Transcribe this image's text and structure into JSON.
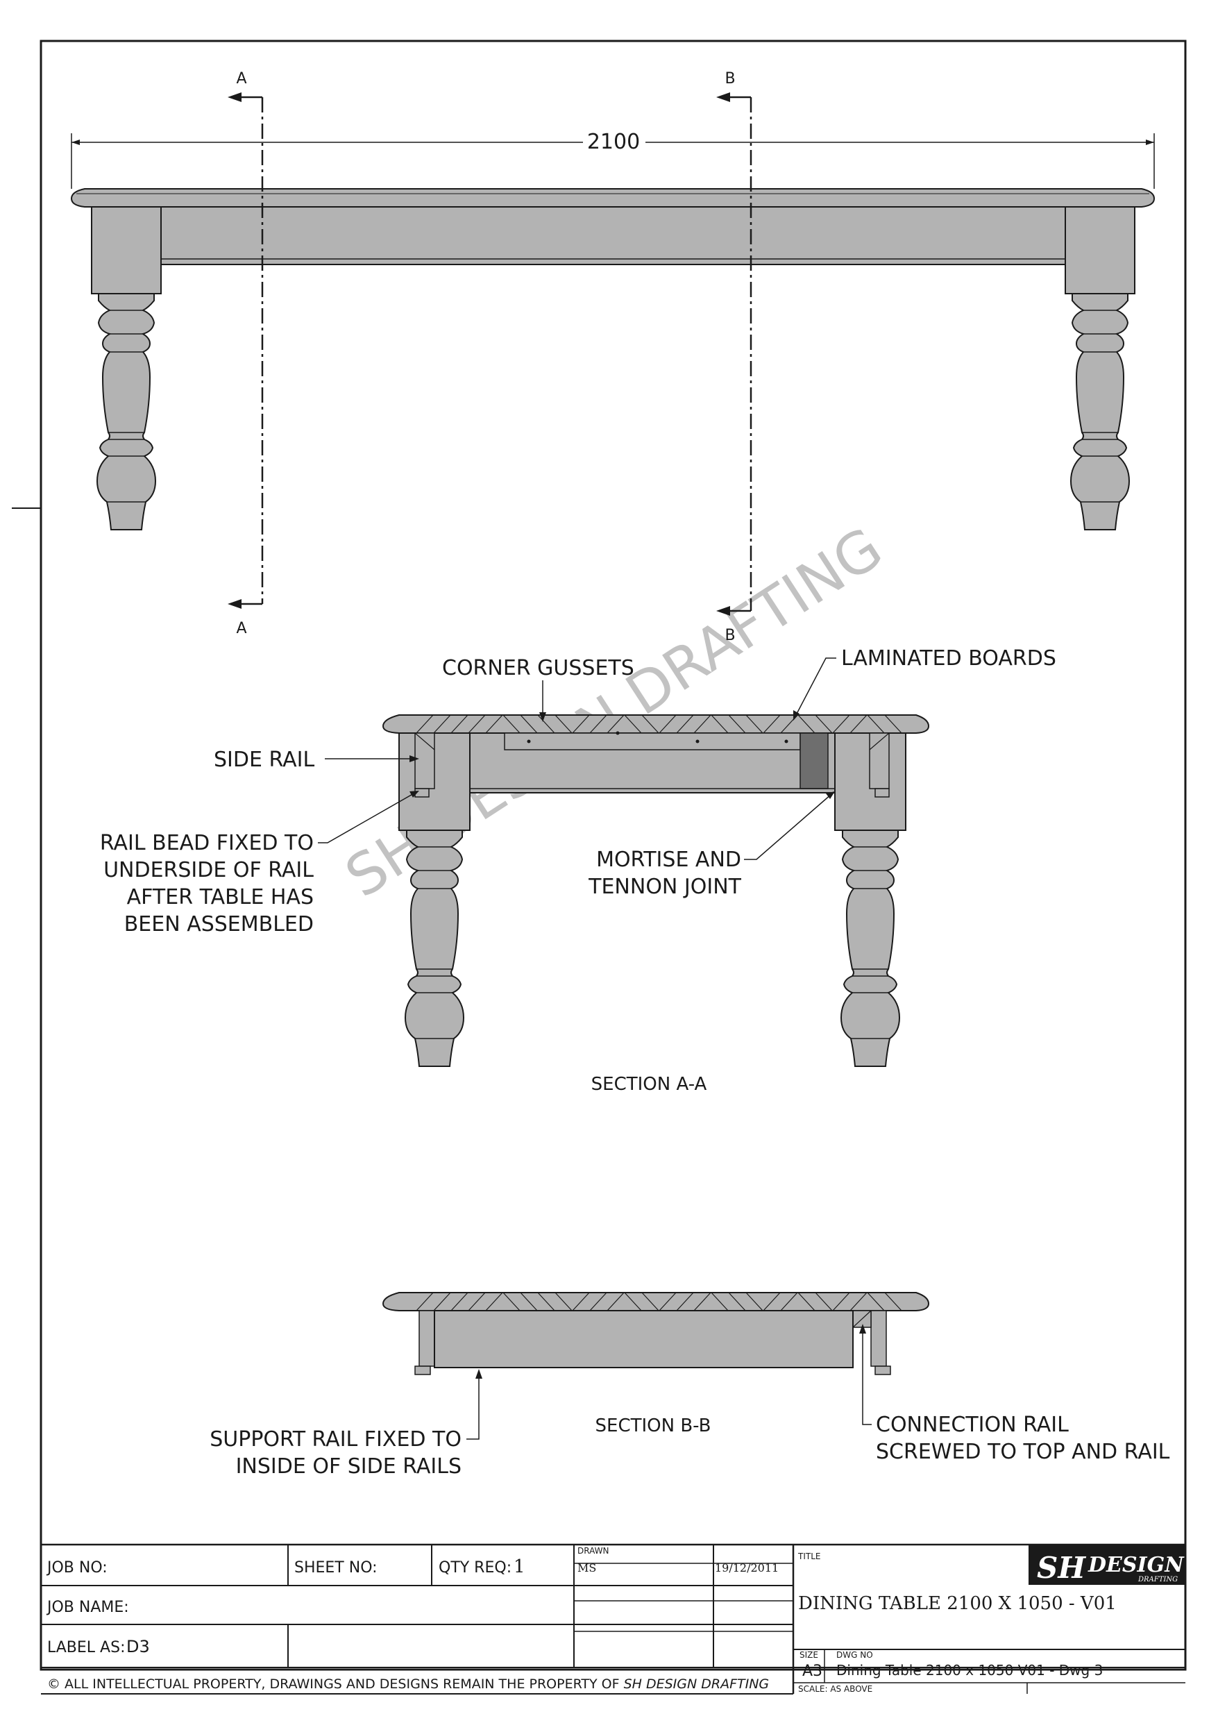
{
  "drawing": {
    "overall_dimension": "2100",
    "section_markers": {
      "a_top": "A",
      "a_bottom": "A",
      "b_top": "B",
      "b_bottom": "B"
    },
    "section_a_title": "SECTION A-A",
    "section_b_title": "SECTION B-B",
    "watermark": "SH DESIGN DRAFTING",
    "callouts": {
      "corner_gussets": "CORNER GUSSETS",
      "laminated_boards": "LAMINATED BOARDS",
      "side_rail": "SIDE RAIL",
      "rail_bead": [
        "RAIL BEAD FIXED TO",
        "UNDERSIDE OF RAIL",
        "AFTER TABLE HAS",
        "BEEN ASSEMBLED"
      ],
      "mortise": [
        "MORTISE AND",
        "TENNON JOINT"
      ],
      "support_rail": [
        "SUPPORT RAIL FIXED TO",
        "INSIDE OF SIDE RAILS"
      ],
      "connection_rail": [
        "CONNECTION RAIL",
        "SCREWED TO TOP AND RAIL"
      ]
    }
  },
  "title_block": {
    "job_no_label": "JOB NO:",
    "sheet_no_label": "SHEET NO:",
    "qty_label": "QTY REQ:",
    "qty_value": "1",
    "drawn_label": "DRAWN",
    "drawn_value": "MS",
    "date": "19/12/2011",
    "title_label": "TITLE",
    "title_value": "DINING TABLE 2100 X 1050 - V01",
    "job_name_label": "JOB NAME:",
    "label_as_label": "LABEL AS:",
    "label_as_value": "D3",
    "size_label": "SIZE",
    "size_value": "A3",
    "dwg_no_label": "DWG NO",
    "dwg_no_value": "Dining Table 2100 x 1050 V01 - Dwg 3",
    "scale": "SCALE: AS ABOVE",
    "copyright_prefix": "© ALL INTELLECTUAL PROPERTY, DRAWINGS AND DESIGNS REMAIN THE PROPERTY OF ",
    "copyright_company": "SH DESIGN DRAFTING",
    "logo_mark": "SH",
    "logo_word": "DESIGN",
    "logo_sub": "DRAFTING"
  },
  "colors": {
    "fill": "#b3b3b3",
    "line": "#1a1a1a",
    "watermark": "#c2c2c2"
  }
}
